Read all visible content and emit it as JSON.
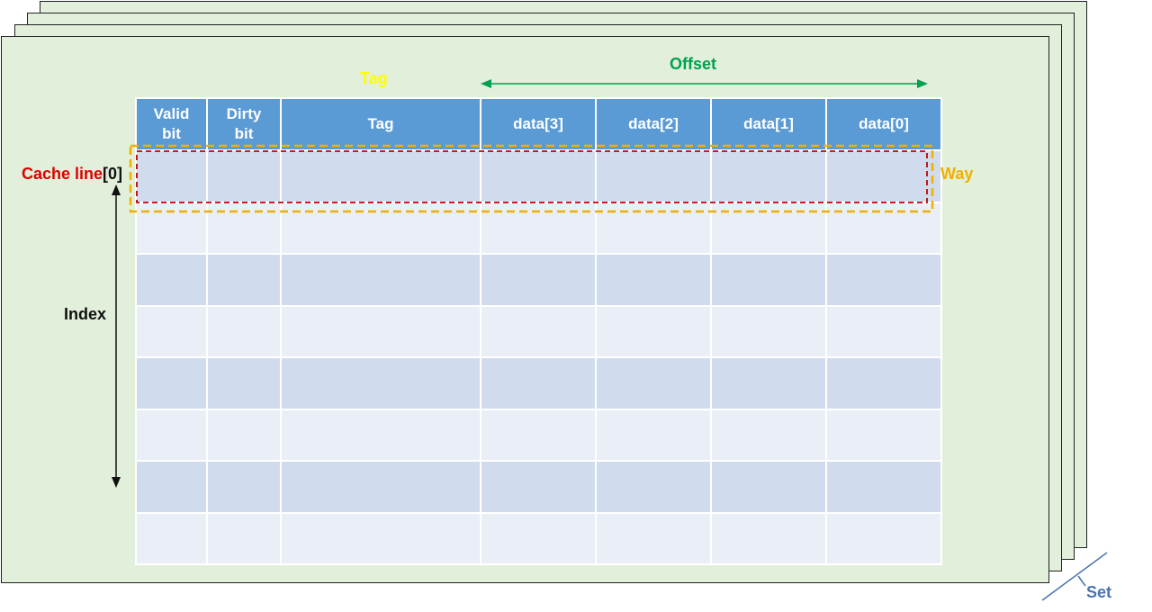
{
  "labels": {
    "tag_top": "Tag",
    "offset": "Offset",
    "cache_line_word": "Cache line",
    "cache_line_index": "[0]",
    "way": "Way",
    "index": "Index",
    "set": "Set"
  },
  "table": {
    "headers": [
      "Valid\nbit",
      "Dirty\nbit",
      "Tag",
      "data[3]",
      "data[2]",
      "data[1]",
      "data[0]"
    ],
    "row_count": 8
  },
  "colors": {
    "sheet_bg": "#e2efda",
    "header_bg": "#5b9bd5",
    "row_dark": "#d0dcee",
    "row_light": "#e9eef7",
    "tag_label": "#ffff00",
    "offset_label": "#00a050",
    "cache_line_label": "#e00000",
    "way_label": "#f0b000",
    "set_label": "#4a72b0"
  }
}
